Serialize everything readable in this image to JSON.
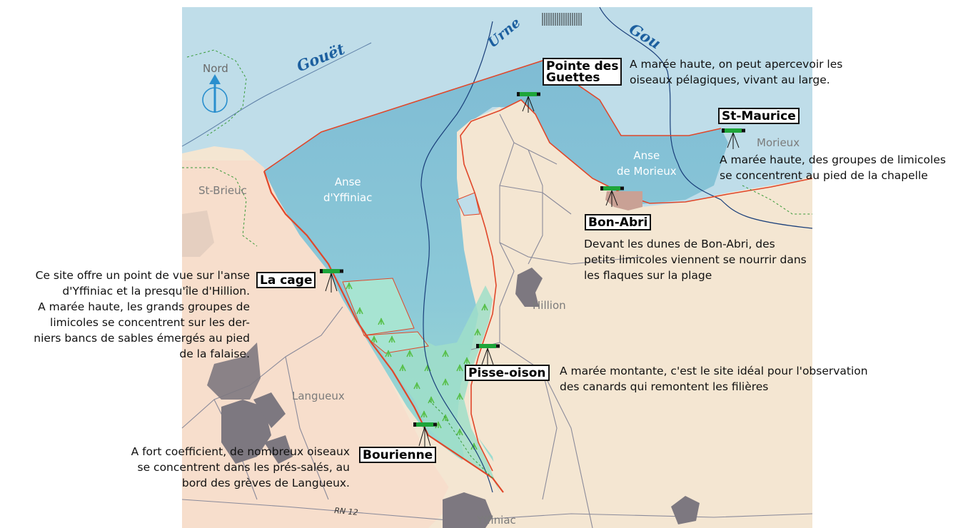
{
  "compass": {
    "label": "Nord"
  },
  "rivers": {
    "gouet": "Gouët",
    "urne": "Urne",
    "gouessant": "Gou"
  },
  "road": {
    "label": "RN 12"
  },
  "bays": {
    "yffiniac": [
      "Anse",
      "d'Yffiniac"
    ],
    "morieux": [
      "Anse",
      "de Morieux"
    ]
  },
  "towns": {
    "st_brieuc": "St-Brieuc",
    "hillion": "Hillion",
    "langueux": "Langueux",
    "yffiniac": "Yffiniac",
    "morieux": "Morieux"
  },
  "sites": {
    "pointe_des_guettes": {
      "name": [
        "Pointe des",
        "Guettes"
      ],
      "description": [
        "A marée haute, on peut  apercevoir les",
        "oiseaux pélagiques, vivant au large."
      ]
    },
    "st_maurice": {
      "name": [
        "St-Maurice"
      ],
      "description": [
        "A marée haute, des groupes de limicoles",
        "se concentrent au pied de la chapelle"
      ]
    },
    "bon_abri": {
      "name": [
        "Bon-Abri"
      ],
      "description": [
        "Devant les dunes de Bon-Abri, des",
        "petits limicoles viennent se nourrir dans",
        "les flaques sur la plage"
      ]
    },
    "la_cage": {
      "name": [
        "La cage"
      ],
      "description": [
        "Ce site offre un point de vue sur l'anse",
        "d'Yffiniac et la presqu'île d'Hillion.",
        "A marée haute, les grands groupes de",
        "limicoles se concentrent sur les der-",
        "niers bancs de sables émergés au pied",
        "de la falaise."
      ]
    },
    "pisse_oison": {
      "name": [
        "Pisse-oison"
      ],
      "description": [
        "A marée montante, c'est le site idéal pour l'observation",
        "des canards qui remontent les filières"
      ]
    },
    "bourienne": {
      "name": [
        "Bourienne"
      ],
      "description": [
        "A fort coefficient, de nombreux oiseaux",
        "se concentrent dans les prés-salés, au",
        "bord des grèves de Langueux."
      ]
    }
  },
  "colors": {
    "sea": "#bfdde9",
    "land": "#f5e7d3",
    "reserve_boundary": "#e0472a",
    "salt_marsh": "#9fdec9",
    "urban": "#7d7880",
    "telescope": "#1ea53a"
  }
}
